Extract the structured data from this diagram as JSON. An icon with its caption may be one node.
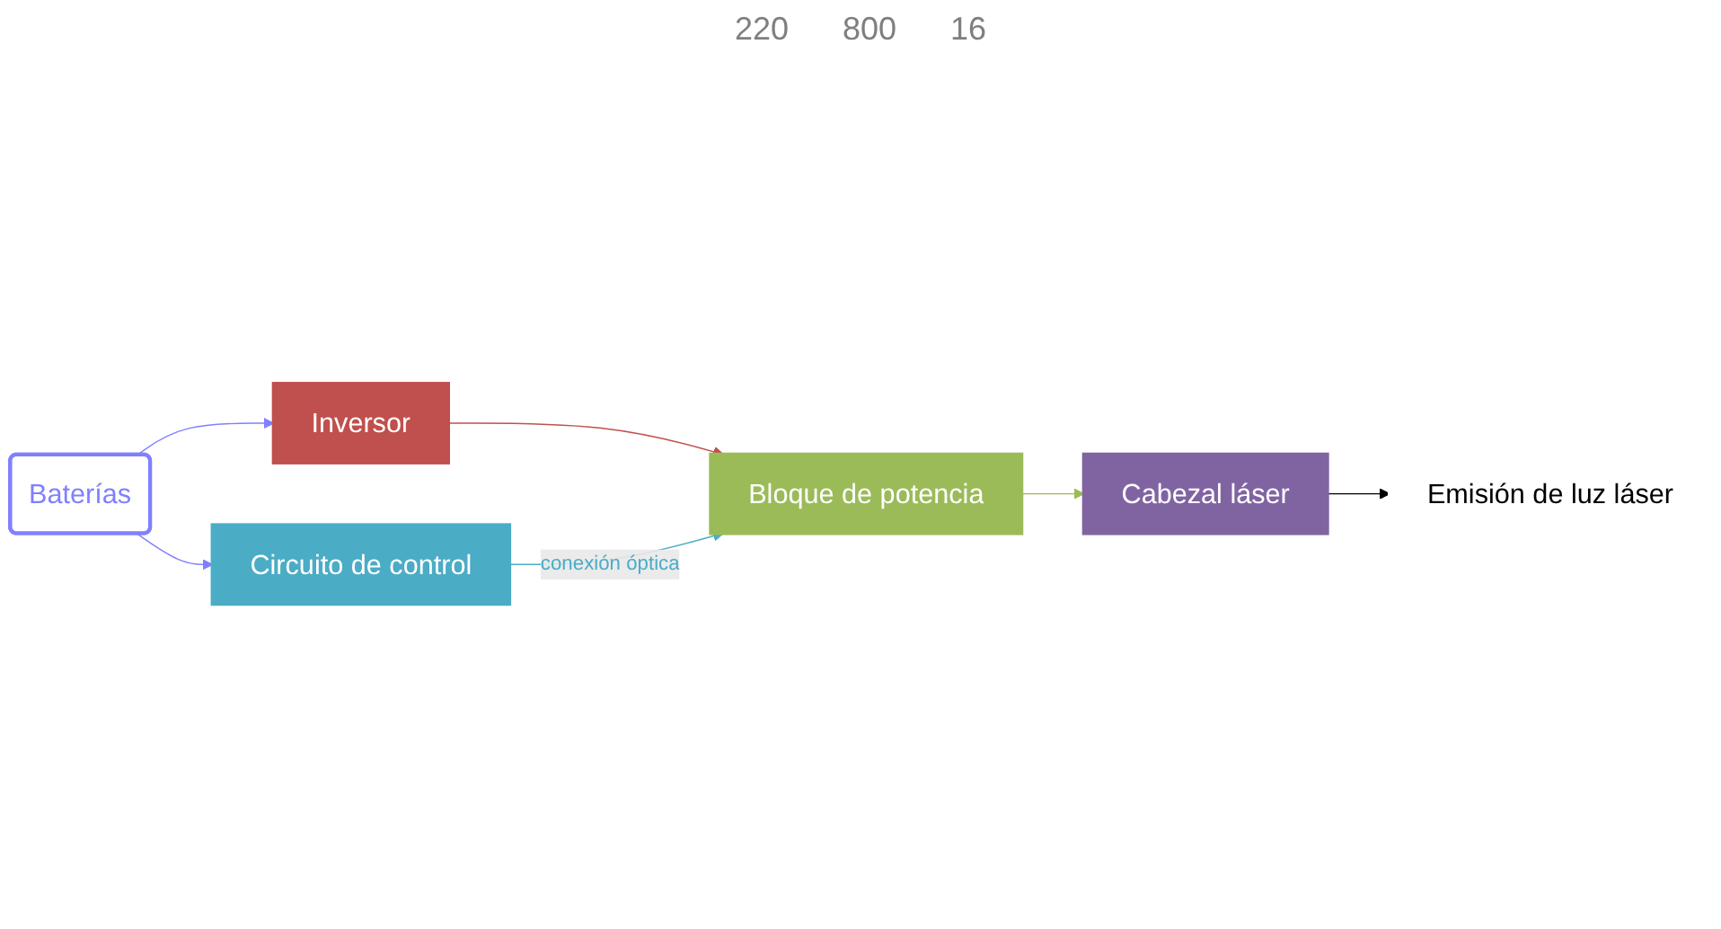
{
  "diagram": {
    "nodes": [
      {
        "text": [
          "Inversor"
        ]
      },
      {
        "text": [
          "Bloque de potencia"
        ]
      },
      {
        "text": [
          "Cabezal láser"
        ]
      },
      {
        "text": [
          "Baterías"
        ]
      },
      {
        "text": [
          "Circuito de control"
        ]
      },
      {
        "text": [
          "Emisión de luz láser"
        ]
      }
    ],
    "edges": [
      {
        "from": 0,
        "to": 1,
        "arrow": "to",
        "color": "#c0504d"
      },
      {
        "from": 1,
        "to": 2,
        "arrow": "to",
        "color": "#9bbb59"
      },
      {
        "from": 3,
        "to": 0,
        "arrow": "to",
        "color": "#8080ff"
      },
      {
        "from": 3,
        "to": 4,
        "arrow": "to",
        "color": "#8080ff"
      },
      {
        "from": 4,
        "to": 1,
        "arrow": "to",
        "label": "conexión óptica",
        "color": "#4bacc6"
      },
      {
        "from": 2,
        "to": 5,
        "arrow": "to",
        "color": "#000000"
      }
    ],
    "labels": [
      "220",
      "800",
      "16"
    ]
  }
}
